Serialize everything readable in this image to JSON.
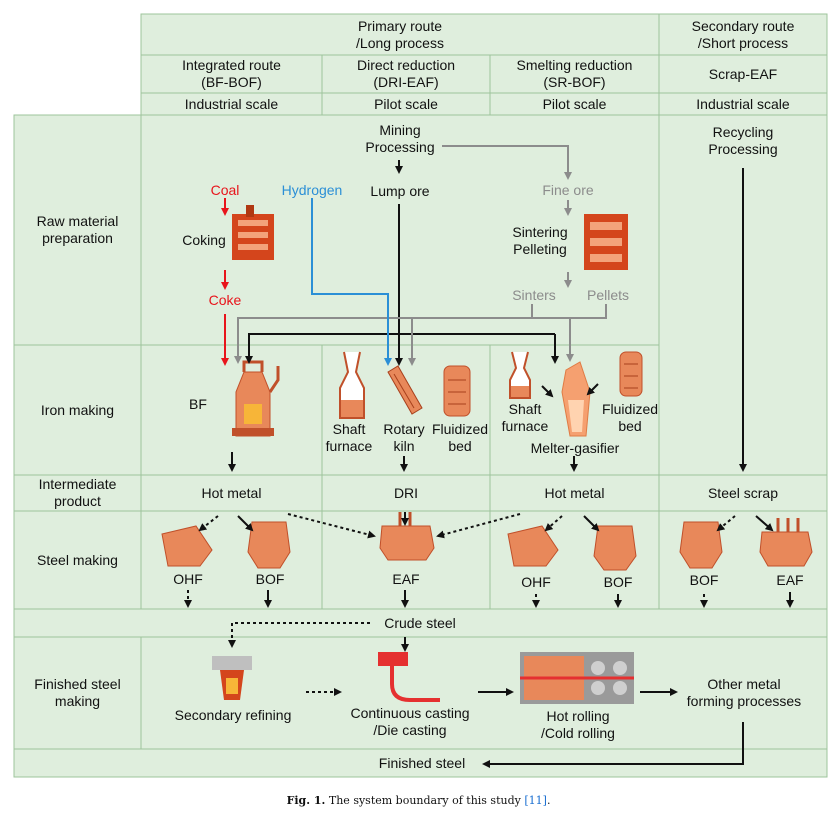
{
  "header": {
    "primary": "Primary route\n/Long process",
    "secondary": "Secondary route\n/Short process",
    "integrated": "Integrated route\n(BF-BOF)",
    "direct": "Direct reduction\n(DRI-EAF)",
    "smelting": "Smelting reduction\n(SR-BOF)",
    "scrap_eaf": "Scrap-EAF",
    "scale_integrated": "Industrial scale",
    "scale_direct": "Pilot scale",
    "scale_smelting": "Pilot scale",
    "scale_secondary": "Industrial scale"
  },
  "rows": {
    "raw": "Raw material\npreparation",
    "iron": "Iron making",
    "intermediate": "Intermediate\nproduct",
    "steel": "Steel making",
    "finished": "Finished steel\nmaking"
  },
  "raw": {
    "mining": "Mining\nProcessing",
    "lump_ore": "Lump ore",
    "fine_ore": "Fine ore",
    "sintering": "Sintering\nPelleting",
    "sinters": "Sinters",
    "pellets": "Pellets",
    "coal": "Coal",
    "coking": "Coking",
    "coke": "Coke",
    "hydrogen": "Hydrogen",
    "recycling": "Recycling\nProcessing"
  },
  "iron": {
    "bf": "BF",
    "shaft1": "Shaft\nfurnace",
    "rotary": "Rotary\nkiln",
    "fluid1": "Fluidized\nbed",
    "shaft2": "Shaft\nfurnace",
    "fluid2": "Fluidized\nbed",
    "melter": "Melter-gasifier"
  },
  "intermediate": {
    "hot1": "Hot metal",
    "dri": "DRI",
    "hot2": "Hot metal",
    "scrap": "Steel scrap"
  },
  "steel": {
    "ohf1": "OHF",
    "bof1": "BOF",
    "eaf1": "EAF",
    "ohf2": "OHF",
    "bof2": "BOF",
    "bof3": "BOF",
    "eaf2": "EAF"
  },
  "crude": "Crude steel",
  "finishing": {
    "secondary_refining": "Secondary refining",
    "casting": "Continuous casting\n/Die casting",
    "rolling": "Hot rolling\n/Cold rolling",
    "other": "Other metal\nforming processes"
  },
  "finished_steel": "Finished steel",
  "caption": {
    "fig": "Fig. 1.",
    "text": "The system boundary of this study",
    "ref": "[11]",
    "end": "."
  },
  "colors": {
    "cell_fill": "#dfeedd",
    "cell_border": "#9ec49b",
    "coal_red": "#e8141b",
    "hydrogen_blue": "#2b8fd6",
    "gray_flow": "#8c8c8c",
    "furnace": "#e8885a"
  }
}
